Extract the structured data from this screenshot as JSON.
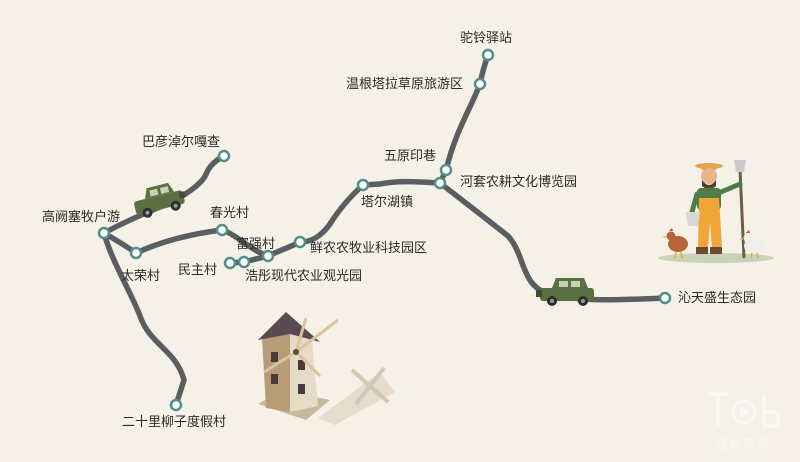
{
  "colors": {
    "background": "#f6f1e7",
    "route": "#5b5e60",
    "node_fill": "#ffffff",
    "node_stroke": "#4f8f86",
    "vehicle": "#5a7040"
  },
  "places": [
    {
      "id": "tuolingyizhan",
      "label": "驼铃驿站"
    },
    {
      "id": "wengentala",
      "label": "温根塔拉草原旅游区"
    },
    {
      "id": "bayanzhuoer",
      "label": "巴彦淖尔嘎查"
    },
    {
      "id": "wuyuanyinxiang",
      "label": "五原印巷"
    },
    {
      "id": "hetao",
      "label": "河套农耕文化博览园"
    },
    {
      "id": "taerhuzhen",
      "label": "塔尔湖镇"
    },
    {
      "id": "gaoquesai",
      "label": "高阙塞牧户游"
    },
    {
      "id": "chunguangcun",
      "label": "春光村"
    },
    {
      "id": "fuqiangcun",
      "label": "富强村"
    },
    {
      "id": "xiannongmu",
      "label": "鲜农农牧业科技园区"
    },
    {
      "id": "tairongcun",
      "label": "太荣村"
    },
    {
      "id": "minzhucun",
      "label": "民主村"
    },
    {
      "id": "haotong",
      "label": "浩彤现代农业观光园"
    },
    {
      "id": "qintiansheng",
      "label": "沁天盛生态园"
    },
    {
      "id": "ershili",
      "label": "二十里柳子度假村"
    }
  ],
  "watermark": {
    "text": "圆格新闻"
  }
}
